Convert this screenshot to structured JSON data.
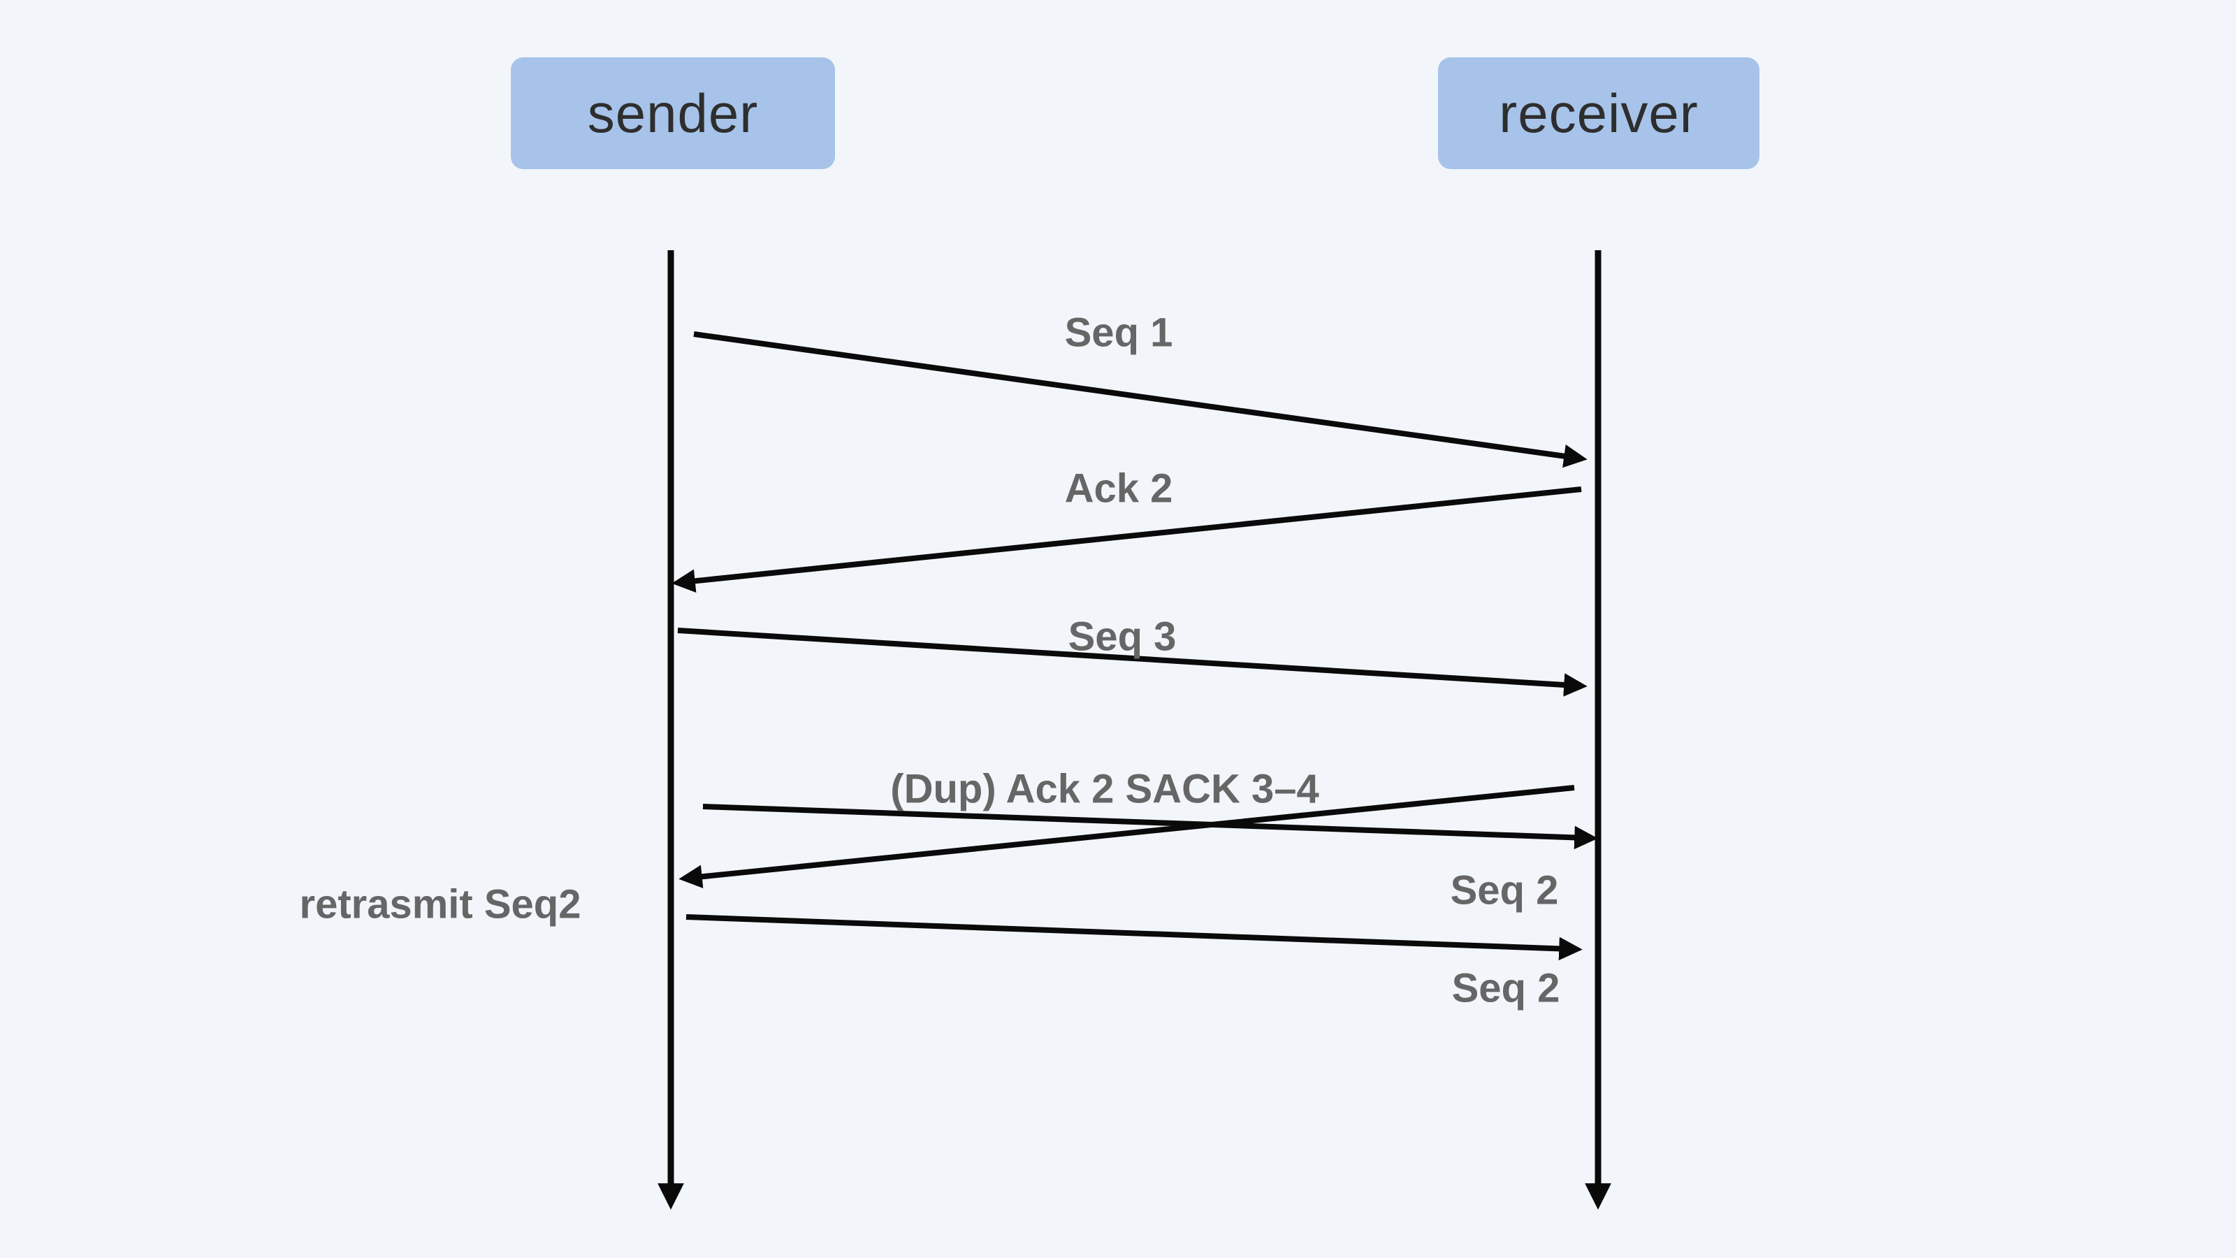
{
  "diagram": {
    "type": "sequence-diagram",
    "topic": "TCP retransmission with SACK",
    "actors": [
      {
        "id": "sender",
        "label": "sender"
      },
      {
        "id": "receiver",
        "label": "receiver"
      }
    ],
    "messages": [
      {
        "from": "sender",
        "to": "receiver",
        "label": "Seq 1"
      },
      {
        "from": "receiver",
        "to": "sender",
        "label": "Ack 2"
      },
      {
        "from": "sender",
        "to": "receiver",
        "label": "Seq 3"
      },
      {
        "from": "receiver",
        "to": "sender",
        "label": "(Dup) Ack 2 SACK 3–4"
      },
      {
        "from": "sender",
        "to": "receiver",
        "label": "Seq 2"
      },
      {
        "from": "sender",
        "to": "receiver",
        "label": "Seq 2"
      }
    ],
    "side_note": "retrasmit Seq2",
    "colors": {
      "background": "#f2f6fb",
      "actor_box": "#a7c3e9",
      "actor_text": "#2e2e2e",
      "line": "#0a0a0a",
      "label_text": "#666666"
    }
  }
}
